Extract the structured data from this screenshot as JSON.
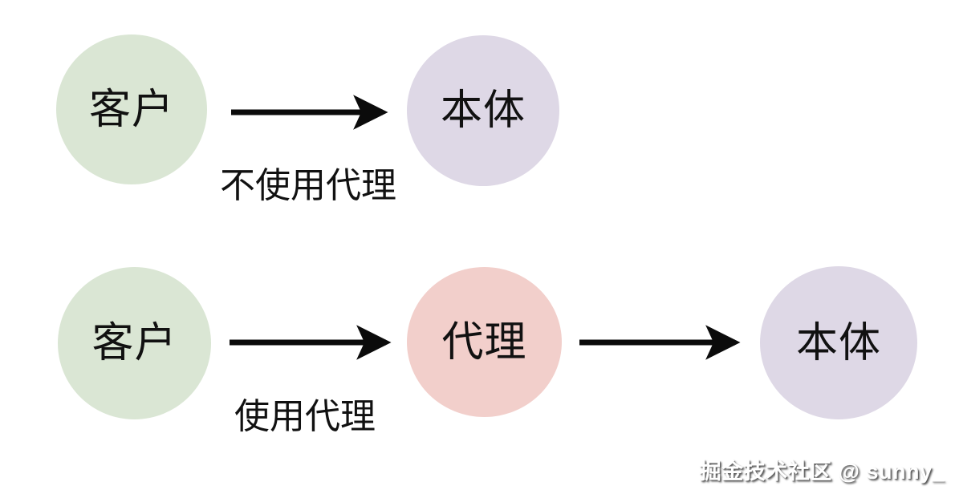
{
  "diagram": {
    "title": "proxy-pattern-comparison",
    "background_color": "#ffffff",
    "arrow_color": "#0b0b0b",
    "text_color": "#111111",
    "nodes": {
      "client_top": {
        "text": "客户",
        "color": "#dae6d4"
      },
      "subject_top": {
        "text": "本体",
        "color": "#ded8e6"
      },
      "client_bottom": {
        "text": "客户",
        "color": "#dae6d4"
      },
      "proxy_bottom": {
        "text": "代理",
        "color": "#f2cfcb"
      },
      "subject_bottom": {
        "text": "本体",
        "color": "#ded8e6"
      }
    },
    "labels": {
      "top_flow": "不使用代理",
      "bottom_flow": "使用代理"
    },
    "edges": [
      {
        "from": "client_top",
        "to": "subject_top",
        "label": "不使用代理"
      },
      {
        "from": "client_bottom",
        "to": "proxy_bottom",
        "label": "使用代理"
      },
      {
        "from": "proxy_bottom",
        "to": "subject_bottom",
        "label": ""
      }
    ],
    "watermark": {
      "text": "掘金技术社区 @ sunny_"
    }
  }
}
